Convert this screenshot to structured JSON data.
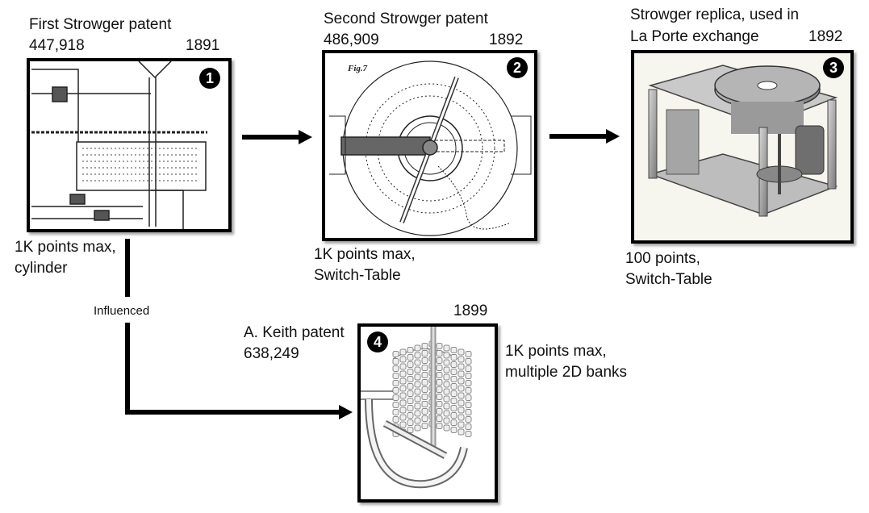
{
  "items": [
    {
      "number": "1",
      "title_line1": "First Strowger patent",
      "patent_number": "447,918",
      "year": "1891",
      "caption_line1": "1K points max,",
      "caption_line2": "cylinder",
      "image": "patent-drawing-cylinder-icon"
    },
    {
      "number": "2",
      "title_line1": "Second Strowger patent",
      "patent_number": "486,909",
      "year": "1892",
      "caption_line1": "1K points max,",
      "caption_line2": "Switch-Table",
      "image": "patent-drawing-switch-table-icon",
      "figure_label": "Fig.7"
    },
    {
      "number": "3",
      "title_line1": "Strowger replica, used in",
      "title_line2": "La Porte exchange",
      "year": "1892",
      "caption_line1": "100 points,",
      "caption_line2": "Switch-Table",
      "image": "replica-photo-icon"
    },
    {
      "number": "4",
      "title_line1": "A. Keith patent",
      "patent_number": "638,249",
      "year": "1899",
      "caption_line1": "1K points max,",
      "caption_line2": "multiple 2D banks",
      "image": "keith-banks-drawing-icon"
    }
  ],
  "connectors": {
    "influence_label": "Influenced"
  }
}
